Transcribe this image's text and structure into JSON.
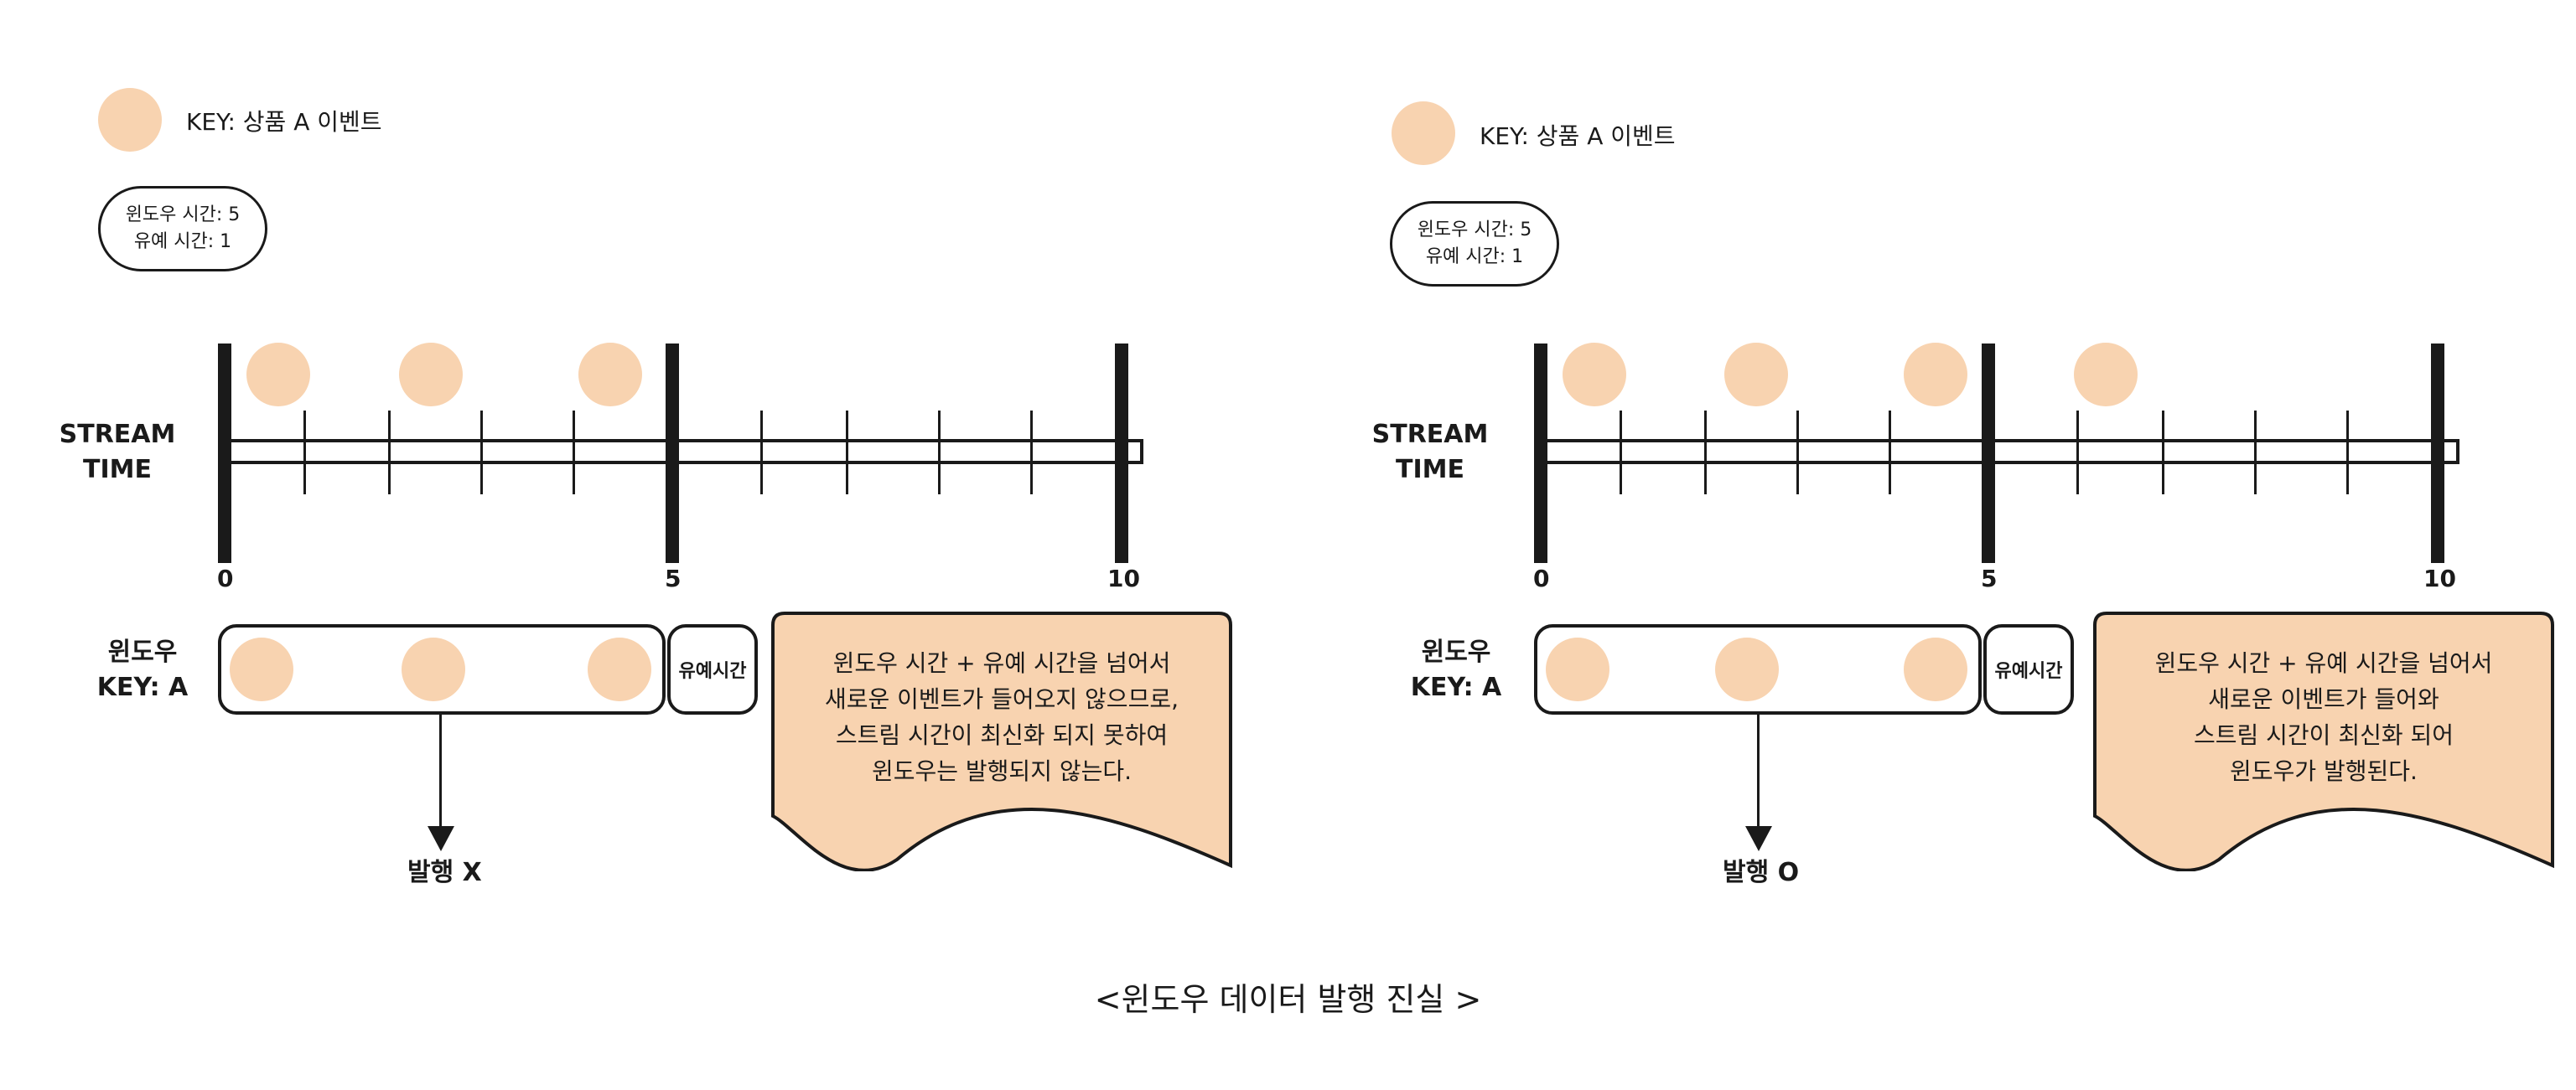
{
  "colors": {
    "event_fill": "#f8d3b0",
    "stroke": "#1a1a1a",
    "background": "#ffffff"
  },
  "panels": [
    {
      "legend": {
        "key_label": "KEY: 상품 A 이벤트"
      },
      "config": {
        "window_time": "윈도우 시간: 5",
        "grace_time": "유예 시간: 1"
      },
      "stream_label": [
        "STREAM",
        "TIME"
      ],
      "axis_labels": [
        "0",
        "5",
        "10"
      ],
      "stream_events": [
        0.6,
        2.3,
        4.3
      ],
      "window": {
        "label": [
          "윈도우",
          "KEY: A"
        ],
        "events_count": 3,
        "grace_label": "유예시간"
      },
      "result_label": "발행 X",
      "note_lines": [
        "윈도우 시간 + 유예 시간을 넘어서",
        "새로운 이벤트가 들어오지 않으므로,",
        "스트림 시간이 최신화 되지 못하여",
        "윈도우는 발행되지 않는다."
      ]
    },
    {
      "legend": {
        "key_label": "KEY: 상품 A 이벤트"
      },
      "config": {
        "window_time": "윈도우 시간: 5",
        "grace_time": "유예 시간: 1"
      },
      "stream_label": [
        "STREAM",
        "TIME"
      ],
      "axis_labels": [
        "0",
        "5",
        "10"
      ],
      "stream_events": [
        0.6,
        2.4,
        4.4,
        6.3
      ],
      "window": {
        "label": [
          "윈도우",
          "KEY: A"
        ],
        "events_count": 3,
        "grace_label": "유예시간"
      },
      "result_label": "발행 O",
      "note_lines": [
        "윈도우 시간 + 유예 시간을 넘어서",
        "새로운 이벤트가 들어와",
        "스트림 시간이 최신화 되어",
        "윈도우가 발행된다."
      ]
    }
  ],
  "caption": "<윈도우 데이터 발행  진실 >"
}
